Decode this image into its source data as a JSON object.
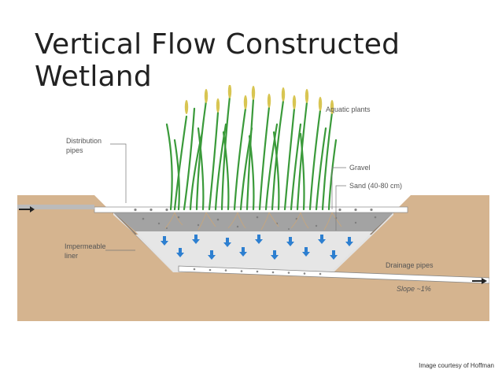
{
  "slide": {
    "title": "Vertical Flow Constructed Wetland",
    "credit": "Image courtesy of Hoffman"
  },
  "diagram": {
    "labels": {
      "aquatic_plants": "Aquatic plants",
      "distribution_pipes": [
        "Distribution",
        "pipes"
      ],
      "gravel": "Gravel",
      "sand": "Sand (40-80 cm)",
      "impermeable_liner": [
        "Impermeable",
        "liner"
      ],
      "drainage_pipes": "Drainage pipes",
      "slope": "Slope ~1%"
    },
    "colors": {
      "soil": "#d5b48f",
      "gravel": "#9f9f9f",
      "sand": "#e3e3e3",
      "plant_leaf": "#3a9a3a",
      "seed_head": "#d8c552",
      "flow_arrow": "#2d7fd0",
      "pipe": "#ffffff"
    }
  }
}
